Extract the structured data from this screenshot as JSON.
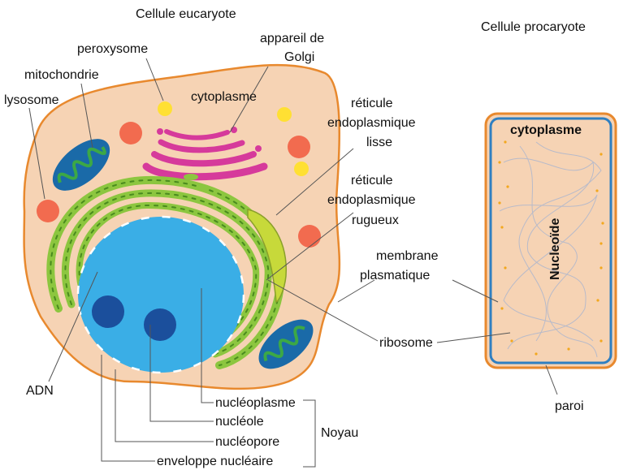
{
  "titles": {
    "eukaryote": "Cellule eucaryote",
    "prokaryote": "Cellule procaryote"
  },
  "eukaryote_labels": {
    "peroxysome": "peroxysome",
    "golgi_line1": "appareil de",
    "golgi_line2": "Golgi",
    "mitochondrie": "mitochondrie",
    "lysosome": "lysosome",
    "cytoplasme": "cytoplasme",
    "rel_line1": "réticule",
    "rel_line2": "endoplasmique",
    "rel_line3": "lisse",
    "rer_line1": "réticule",
    "rer_line2": "endoplasmique",
    "rer_line3": "rugueux",
    "adn": "ADN",
    "nucleoplasme": "nucléoplasme",
    "nucleole": "nucléole",
    "nucleopore": "nucléopore",
    "enveloppe": "enveloppe nucléaire",
    "noyau": "Noyau"
  },
  "shared_labels": {
    "membrane_line1": "membrane",
    "membrane_line2": "plasmatique",
    "ribosome": "ribosome"
  },
  "prokaryote_labels": {
    "cytoplasme": "cytoplasme",
    "nucleoide": "Nucleoïde",
    "paroi": "paroi"
  },
  "colors": {
    "cytoplasm": "#f6d3b4",
    "cell_outline": "#e8892e",
    "nucleus": "#3aaee6",
    "nucleolus": "#1b4f9c",
    "er": "#8cc63f",
    "er_dark": "#4a8a1e",
    "golgi": "#d63a9b",
    "lysosome": "#f26b4f",
    "peroxysome": "#ffe033",
    "mitochondria": "#1a6aa8",
    "smooth_er": "#c7d93a",
    "wall_blue": "#2f7fc1"
  }
}
